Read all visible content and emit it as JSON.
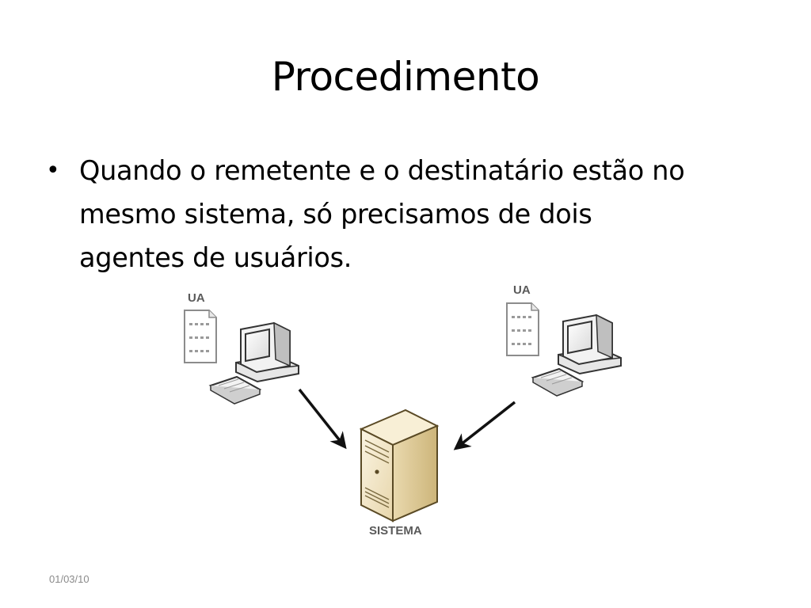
{
  "slide": {
    "title": "Procedimento",
    "bullets": [
      {
        "line1": "Quando o remetente e o destinatário estão no",
        "line2": "mesmo sistema, só precisamos de dois",
        "line3": "agentes de usuários."
      }
    ],
    "footer_date": "01/03/10"
  },
  "diagram": {
    "left_agent_label": "UA",
    "right_agent_label": "UA",
    "server_label": "SISTEMA"
  },
  "colors": {
    "background": "#ffffff",
    "text": "#000000",
    "footer_text": "#8a8a8a",
    "server_body": "#efe3c4",
    "monitor_body": "#f2f2f2",
    "arrow": "#111111"
  }
}
